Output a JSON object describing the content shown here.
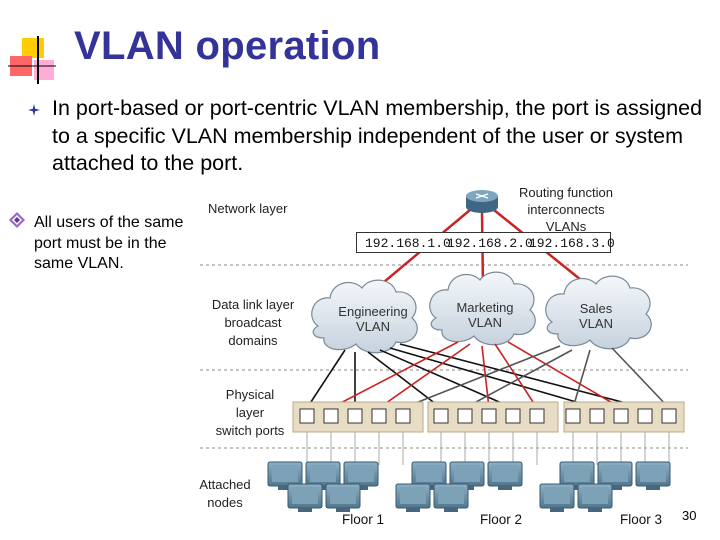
{
  "title": "VLAN operation",
  "bullets": [
    "In port-based or port-centric VLAN membership, the port is assigned to a specific VLAN membership independent of the user or system attached to the port.",
    "All users of the same port must be in the same VLAN."
  ],
  "diagram": {
    "layers": {
      "network": "Network layer",
      "datalink": [
        "Data link layer",
        "broadcast",
        "domains"
      ],
      "physical": [
        "Physical",
        "layer",
        "switch ports"
      ],
      "attached": [
        "Attached",
        "nodes"
      ]
    },
    "routing_function": [
      "Routing function",
      "interconnects VLANs"
    ],
    "subnets": [
      "192.168.1.0",
      "192.168.2.0",
      "192.168.3.0"
    ],
    "vlans": [
      {
        "line1": "Engineering",
        "line2": "VLAN"
      },
      {
        "line1": "Marketing",
        "line2": "VLAN"
      },
      {
        "line1": "Sales",
        "line2": "VLAN"
      }
    ],
    "floors": [
      "Floor 1",
      "Floor 2",
      "Floor 3"
    ]
  },
  "page_number": "30",
  "colors": {
    "title": "#333399",
    "switch_bg": "#e8dcc4",
    "link_red": "#cc2222",
    "link_black": "#111111",
    "cloud": "#dde6ee",
    "router": "#4a7090"
  }
}
